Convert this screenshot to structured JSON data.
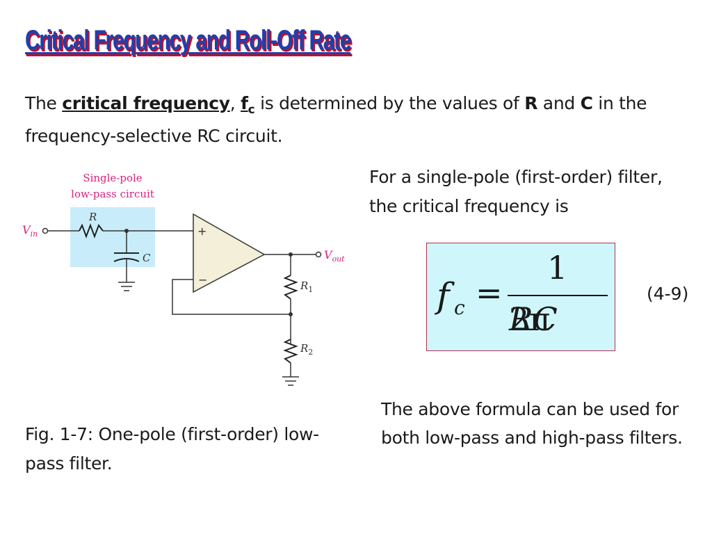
{
  "title": "Critical Frequency and Roll-Off Rate",
  "intro": {
    "t1": "The ",
    "t2": "critical frequency",
    "t3": ", ",
    "t4": "f",
    "t5": "c",
    "t6": " is determined by the values of ",
    "t7": "R",
    "t8": " and ",
    "t9": "C",
    "t10": " in the frequency-selective RC circuit."
  },
  "circuit": {
    "box_label_1": "Single-pole",
    "box_label_2": "low-pass circuit",
    "vin": "V",
    "vin_sub": "in",
    "vout": "V",
    "vout_sub": "out",
    "r": "R",
    "c": "C",
    "r1": "R",
    "r1_sub": "1",
    "r2": "R",
    "r2_sub": "2",
    "plus": "+",
    "minus": "−",
    "box_color": "#c8ecfa",
    "opamp_color": "#f3efd8",
    "label_color": "#d6237e"
  },
  "note1": "For a single-pole (first-order) filter, the critical frequency is",
  "formula": {
    "f": "f",
    "c": "c",
    "eq": "=",
    "num": "1",
    "den_1": "2π",
    "den_2": "RC"
  },
  "eq_number": "(4-9)",
  "caption": "Fig. 1-7: One-pole (first-order) low-pass filter.",
  "note2": "The above formula can be used for both low-pass and high-pass filters."
}
